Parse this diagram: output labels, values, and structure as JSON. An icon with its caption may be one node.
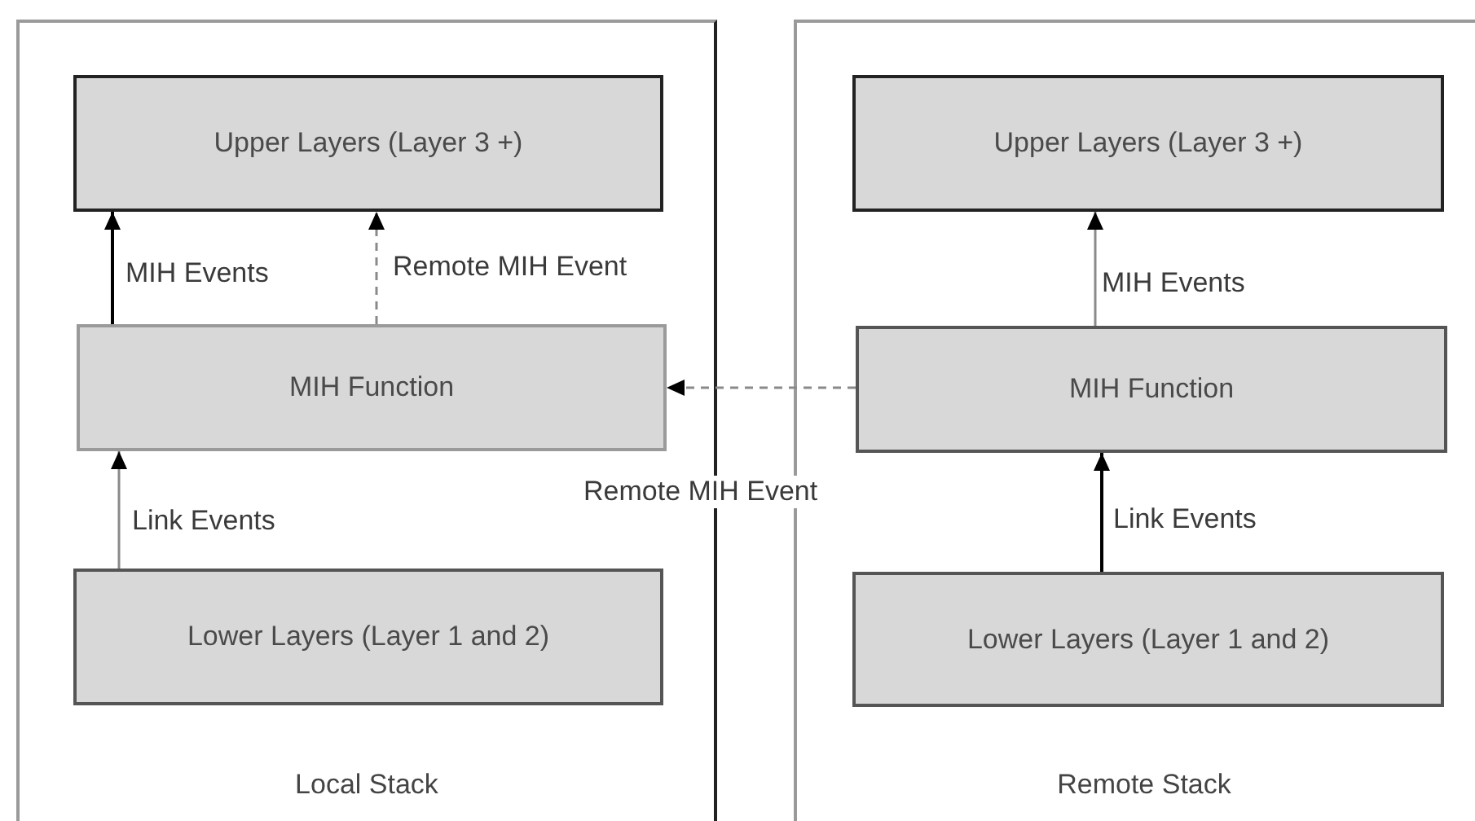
{
  "diagram": {
    "nodes": [
      {
        "text": [
          "Local Stack"
        ]
      },
      {
        "text": [
          "Upper Layers (Layer 3 +)"
        ],
        "in": 0
      },
      {
        "text": [
          "MIH Function"
        ],
        "in": 0
      },
      {
        "text": [
          "Lower Layers (Layer 1 and 2)"
        ],
        "in": 0
      },
      {
        "text": [
          "Remote Stack"
        ]
      },
      {
        "text": [
          "Upper Layers (Layer 3 +)"
        ],
        "in": 4
      },
      {
        "text": [
          "MIH Function"
        ],
        "in": 4
      },
      {
        "text": [
          "Lower Layers (Layer 1 and 2)"
        ],
        "in": 4
      }
    ],
    "edges": [
      {
        "from": 2,
        "to": 1,
        "arrow": "to",
        "label": "MIH Events",
        "color": "#000000"
      },
      {
        "from": 2,
        "to": 1,
        "arrow": "to",
        "label": "Remote MIH Event",
        "style": "dashed"
      },
      {
        "from": 3,
        "to": 2,
        "arrow": "to",
        "label": "Link Events"
      },
      {
        "from": 6,
        "to": 2,
        "arrow": "to",
        "label": "Remote MIH Event",
        "style": "dashed"
      },
      {
        "from": 6,
        "to": 5,
        "arrow": "to",
        "label": "MIH Events"
      },
      {
        "from": 7,
        "to": 6,
        "arrow": "to",
        "label": "Link Events",
        "color": "#000000"
      }
    ]
  }
}
